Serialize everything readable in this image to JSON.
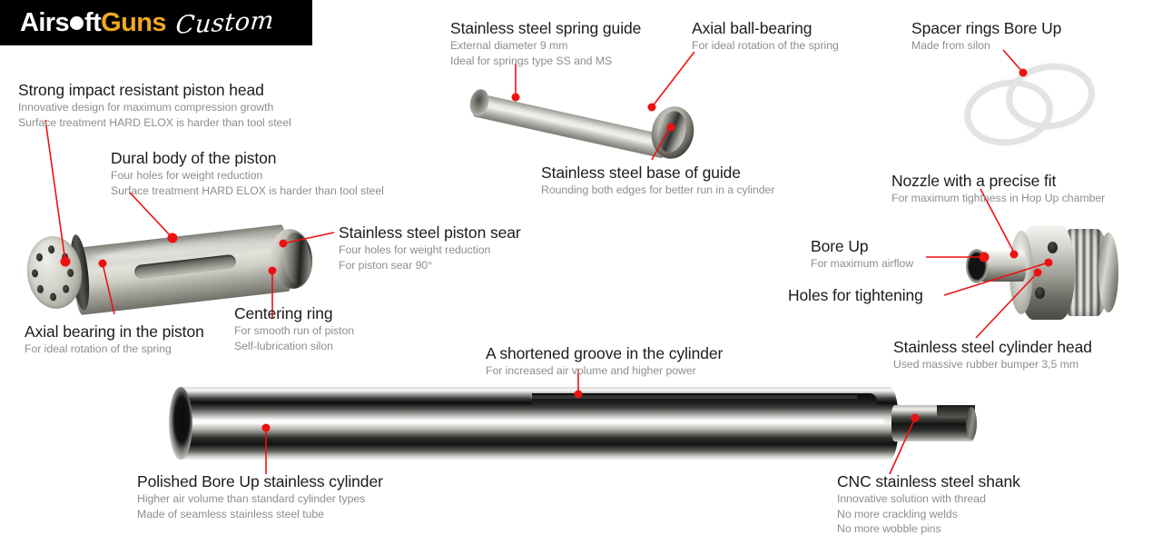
{
  "logo": {
    "part1": "Airs",
    "dot": "o",
    "part2": "ft",
    "part3": "Guns",
    "script": "Custom",
    "brand_orange": "#f0a81e",
    "bg": "#000000"
  },
  "accent_color": "#ee1111",
  "title_color": "#1c1c1c",
  "subtitle_color": "#8e8e8e",
  "callouts": [
    {
      "id": "piston-head",
      "title": "Strong impact resistant piston head",
      "lines": [
        "Innovative design for maximum compression growth",
        "Surface treatment HARD ELOX is harder than tool steel"
      ]
    },
    {
      "id": "dural-body",
      "title": "Dural body of the piston",
      "lines": [
        "Four holes for weight reduction",
        "Surface treatment HARD ELOX is harder than tool steel"
      ]
    },
    {
      "id": "piston-sear",
      "title": "Stainless steel piston sear",
      "lines": [
        "Four holes for weight reduction",
        "For piston sear 90°"
      ]
    },
    {
      "id": "axial-bearing-piston",
      "title": "Axial bearing in the piston",
      "lines": [
        "For ideal rotation of the spring"
      ]
    },
    {
      "id": "centering-ring",
      "title": "Centering ring",
      "lines": [
        "For smooth run of piston",
        "Self-lubrication silon"
      ]
    },
    {
      "id": "spring-guide",
      "title": "Stainless steel spring guide",
      "lines": [
        "External diameter 9 mm",
        "Ideal for springs type SS and MS"
      ]
    },
    {
      "id": "axial-ball-bearing",
      "title": "Axial ball-bearing",
      "lines": [
        "For ideal rotation of the spring"
      ]
    },
    {
      "id": "base-of-guide",
      "title": "Stainless steel base of guide",
      "lines": [
        "Rounding both edges for better run in a cylinder"
      ]
    },
    {
      "id": "spacer-rings",
      "title": "Spacer rings Bore Up",
      "lines": [
        "Made from silon"
      ]
    },
    {
      "id": "nozzle",
      "title": "Nozzle with a precise fit",
      "lines": [
        "For maximum tightness in Hop Up chamber"
      ]
    },
    {
      "id": "bore-up",
      "title": "Bore Up",
      "lines": [
        "For maximum airflow"
      ]
    },
    {
      "id": "holes-tightening",
      "title": "Holes for tightening",
      "lines": []
    },
    {
      "id": "cylinder-head",
      "title": "Stainless steel cylinder head",
      "lines": [
        "Used massive rubber bumper 3,5 mm"
      ]
    },
    {
      "id": "shortened-groove",
      "title": "A shortened groove in the cylinder",
      "lines": [
        "For increased air volume and higher power"
      ]
    },
    {
      "id": "polished-cylinder",
      "title": "Polished Bore Up stainless cylinder",
      "lines": [
        "Higher air volume than standard cylinder types",
        "Made of seamless stainless steel tube"
      ]
    },
    {
      "id": "cnc-shank",
      "title": "CNC stainless steel shank",
      "lines": [
        "Innovative solution with thread",
        "No more crackling welds",
        "No more wobble pins"
      ]
    }
  ]
}
